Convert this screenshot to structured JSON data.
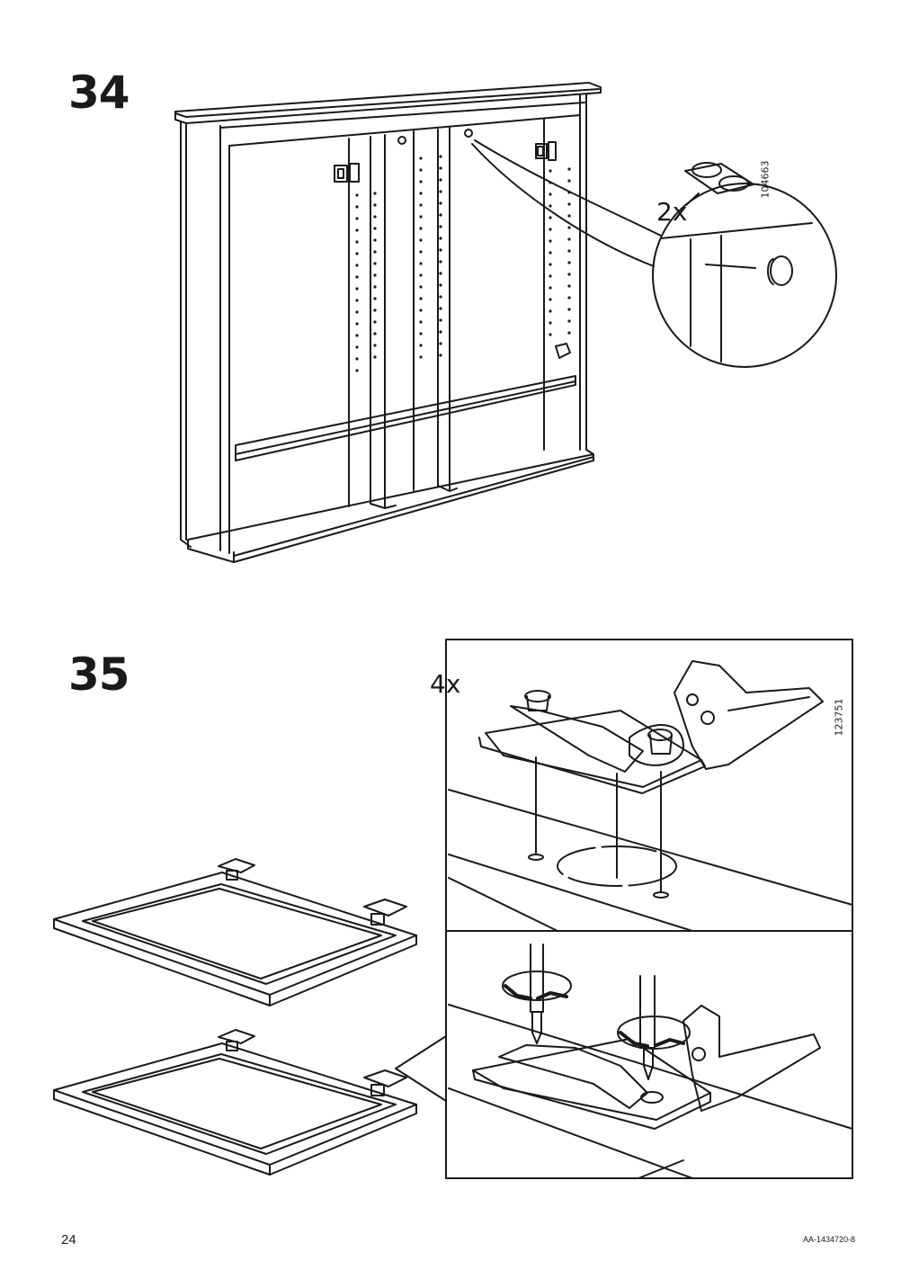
{
  "page": {
    "page_number": "24",
    "doc_code": "AA-1434720-8"
  },
  "step34": {
    "number": "34",
    "detail_quantity": "2x",
    "part_number": "104663"
  },
  "step35": {
    "number": "35",
    "detail_quantity": "4x",
    "part_number": "123751"
  }
}
